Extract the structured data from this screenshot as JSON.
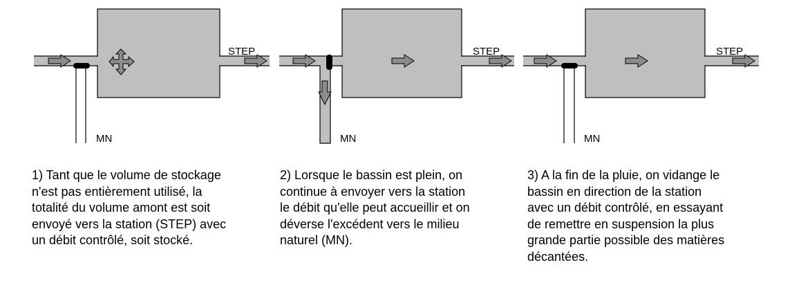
{
  "colors": {
    "fill": "#bfbfbf",
    "arrow": "#8c8c8c",
    "stroke": "#000000",
    "background": "#ffffff"
  },
  "panels": [
    {
      "step_label": "STEP",
      "mn_label": "MN",
      "caption": "1) Tant que le volume de stockage\nn'est pas entièrement utilisé, la\ntotalité du volume amont est soit\nenvoyé vers la station (STEP) avec\nun débit contrôlé, soit stocké."
    },
    {
      "step_label": "STEP",
      "mn_label": "MN",
      "caption": "2) Lorsque le bassin est plein, on\ncontinue à envoyer vers la station\nle débit qu'elle peut accueillir et on\ndéverse l'excédent vers le milieu\nnaturel (MN)."
    },
    {
      "step_label": "STEP",
      "mn_label": "MN",
      "caption": "3) A la fin de la pluie, on vidange le\nbassin en direction de la station\navec un débit contrôlé, en essayant\nde remettre en suspension la plus\ngrande partie possible des matières\ndécantées."
    }
  ]
}
